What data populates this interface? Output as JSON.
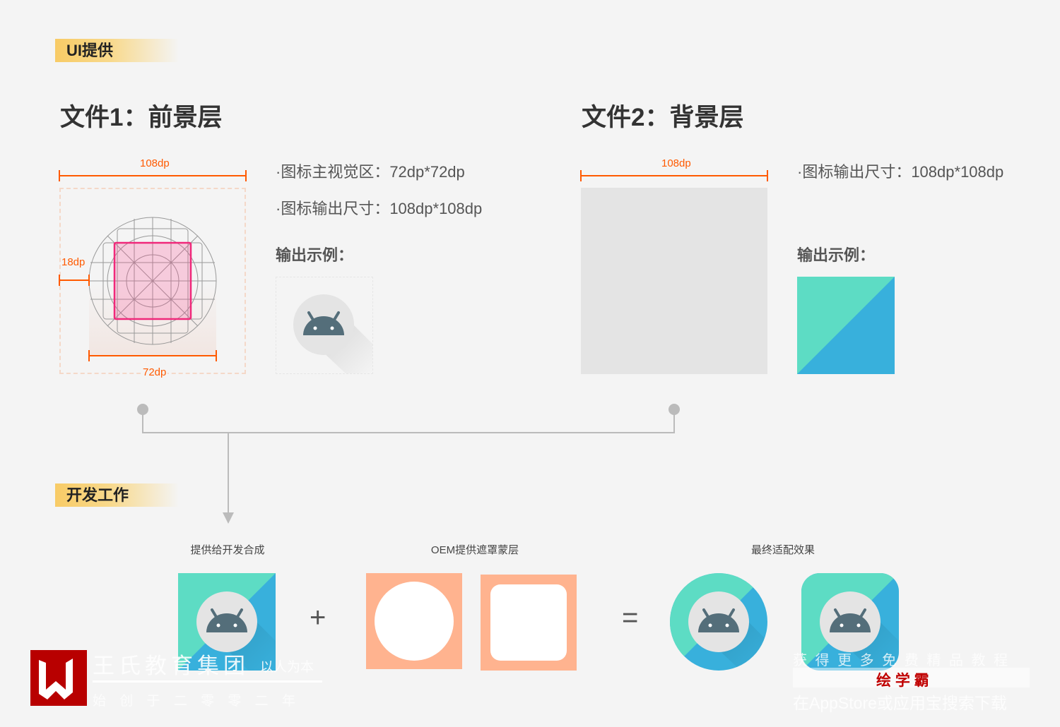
{
  "sections": {
    "ui_provided": "UI提供",
    "dev_work": "开发工作"
  },
  "file1": {
    "title": "文件1：前景层",
    "width_dim": "108dp",
    "padding_dim": "18dp",
    "safe_dim": "72dp",
    "bullets": [
      "·图标主视觉区：72dp*72dp",
      "·图标输出尺寸：108dp*108dp"
    ],
    "example_label": "输出示例："
  },
  "file2": {
    "title": "文件2：背景层",
    "width_dim": "108dp",
    "bullets": [
      "·图标输出尺寸：108dp*108dp"
    ],
    "example_label": "输出示例："
  },
  "dev": {
    "step1": "提供给开发合成",
    "step2": "OEM提供遮罩蒙层",
    "step3": "最终适配效果",
    "plus": "+",
    "equals": "="
  },
  "colors": {
    "accent": "#ff5a00",
    "teal": "#5ddcc4",
    "blue": "#38b0dc",
    "mask": "#ffb38f",
    "android": "#546e7a"
  },
  "watermark_left": {
    "name": "王氏教育集团",
    "motto": "以人为本",
    "since": "始 创 于 二 零 零 二 年"
  },
  "watermark_right": {
    "line1": "获 得 更 多 免 费 精 品 教 程",
    "brand": "绘 学 霸",
    "line3": "在AppStore或应用宝搜索下载"
  }
}
